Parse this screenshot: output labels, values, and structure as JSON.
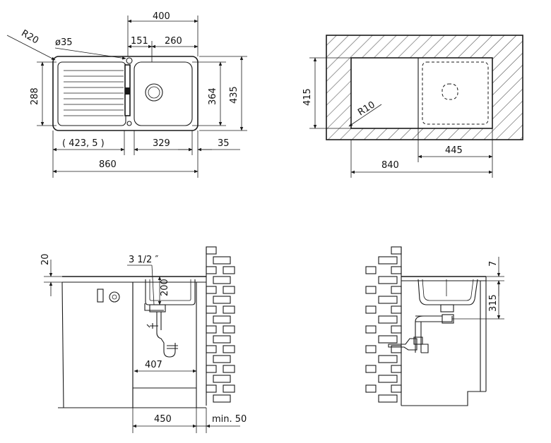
{
  "colors": {
    "ink": "#1a1a1a",
    "paper": "#ffffff",
    "hatch": "#555555"
  },
  "top_view": {
    "dims": {
      "width_400": "400",
      "offset_151": "151",
      "offset_260": "260",
      "radius": "R20",
      "hole_diameter": "ø35",
      "height_288": "288",
      "height_364": "364",
      "height_435": "435",
      "drainer_width": "( 423, 5 )",
      "bowl_width": "329",
      "edge_35": "35",
      "total_width": "860"
    }
  },
  "cutout_view": {
    "dims": {
      "height": "415",
      "radius": "R10",
      "bowl_width": "445",
      "total_width": "840"
    }
  },
  "side_view_left": {
    "dims": {
      "rim_20": "20",
      "waste_size": "3 1/2 ″",
      "depth_200": "200",
      "trap_407": "407",
      "cabinet_450": "450",
      "wall_gap": "min. 50"
    }
  },
  "side_view_right": {
    "dims": {
      "rim_7": "7",
      "depth_315": "315"
    }
  }
}
